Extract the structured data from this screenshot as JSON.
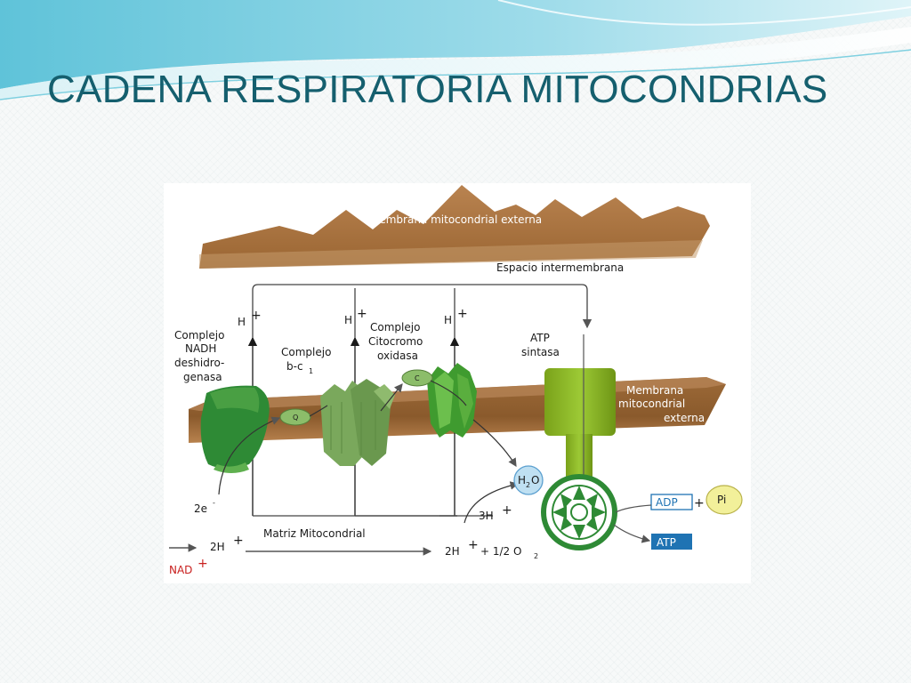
{
  "slide": {
    "title": "CADENA RESPIRATORIA MITOCONDRIAS"
  },
  "diagram": {
    "outer_membrane": "Membrana mitocondrial externa",
    "intermembrane_space": "Espacio intermembrana",
    "inner_membrane": [
      "Membrana",
      "mitocondrial",
      "externa"
    ],
    "complex_1": [
      "Complejo",
      "NADH",
      "deshidro-",
      "genasa"
    ],
    "complex_3": [
      "Complejo",
      "b-c"
    ],
    "complex_3_sub": "1",
    "complex_4": [
      "Complejo",
      "Citocromo",
      "oxidasa"
    ],
    "atp_synthase": [
      "ATP",
      "sintasa"
    ],
    "quinone": "Q",
    "cytochrome_c": "C",
    "proton": "H",
    "plus": "+",
    "minus": "-",
    "water": "H",
    "water_o": "O",
    "two": "2",
    "electrons": "2e",
    "matrix": "Matriz Mitocondrial",
    "protons_3h": "3H",
    "protons_2h": "2H",
    "reaction_left": "2H",
    "reaction_right": "+ 1/2 O",
    "adp": "ADP",
    "pi": "Pi",
    "atp": "ATP",
    "nad": "NAD",
    "colors": {
      "title": "#155f6e",
      "membrane_brown": "#a4703c",
      "complex_dark_green": "#2e8a35",
      "complex_light_green": "#7aa85c",
      "atp_synthase_green": "#8dbb2a",
      "atp_box": "#1f73b3",
      "nad_red": "#c8201f"
    }
  }
}
